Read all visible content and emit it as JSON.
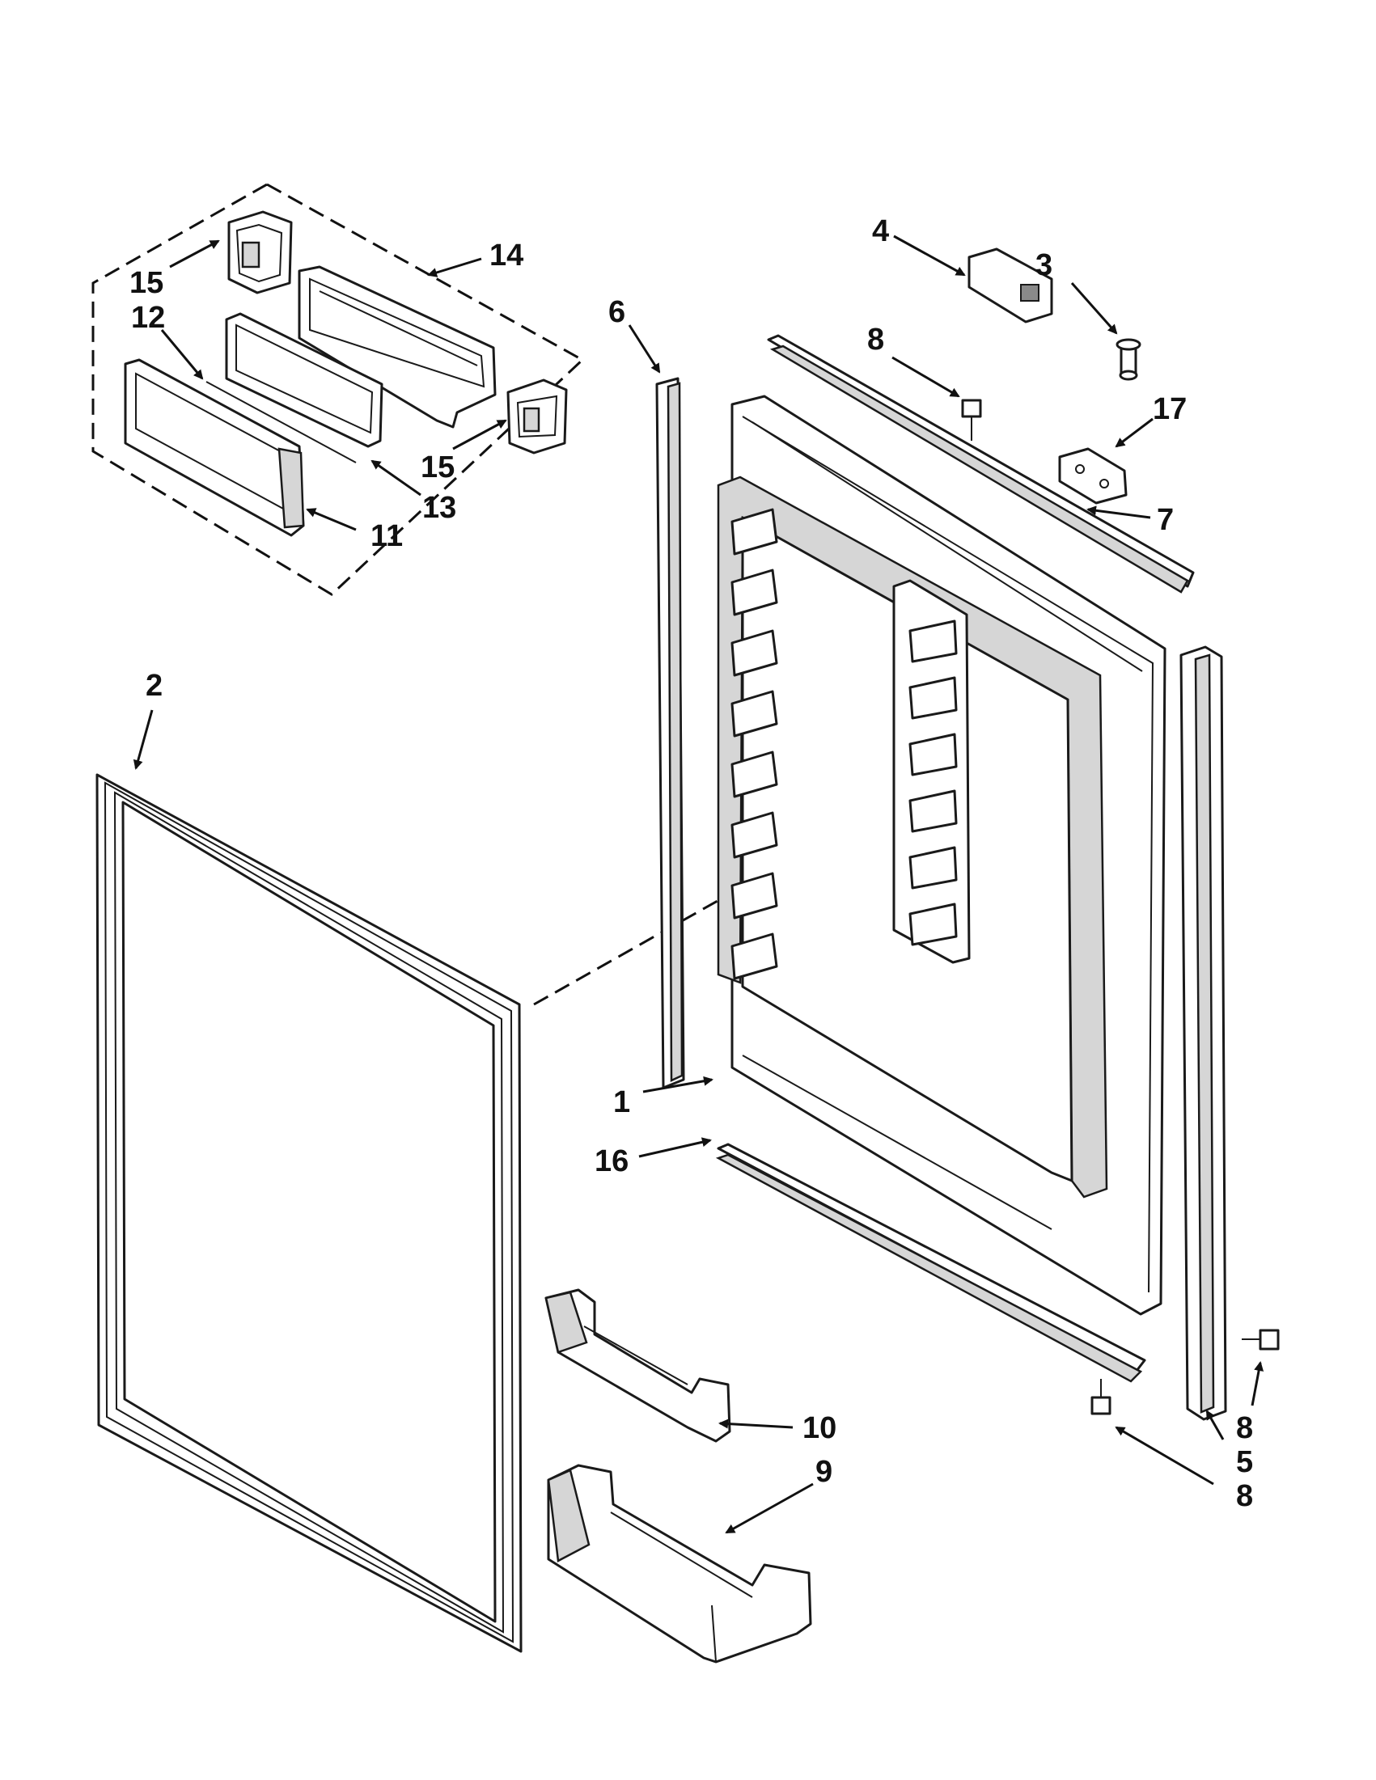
{
  "diagram": {
    "type": "exploded-parts-view",
    "callouts": {
      "c1": "1",
      "c2": "2",
      "c3": "3",
      "c4": "4",
      "c5": "5",
      "c6": "6",
      "c7": "7",
      "c8a": "8",
      "c8b": "8",
      "c8c": "8",
      "c9": "9",
      "c10": "10",
      "c11": "11",
      "c12": "12",
      "c13": "13",
      "c14": "14",
      "c15a": "15",
      "c15b": "15",
      "c16": "16",
      "c17": "17"
    }
  },
  "colors": {
    "line": "#1a1a1a",
    "background": "#ffffff",
    "shade": "#d6d6d6"
  }
}
